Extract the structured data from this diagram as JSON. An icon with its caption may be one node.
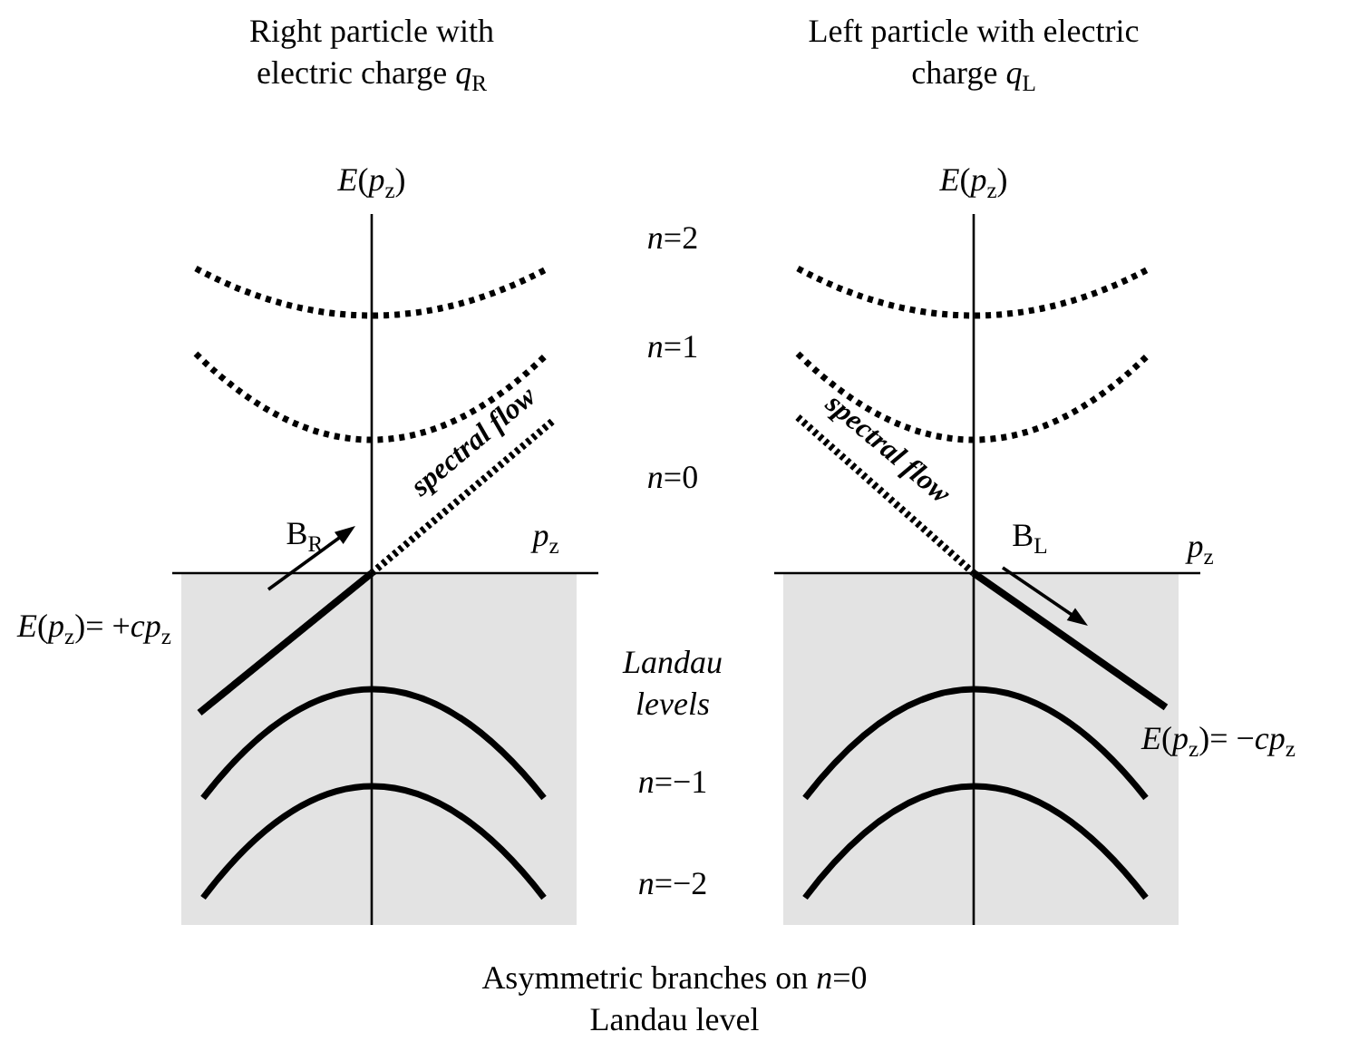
{
  "diagram": {
    "caption": "Asymmetric branches on *n*=0 Landau level",
    "labels": [
      "Right particle with electric charge *q*$_{R}$",
      "Left particle with electric charge *q*$_{L}$",
      "*E*(*p*$_{z}$)",
      "*E*(*p*$_{z}$)",
      "*n*=2",
      "*n*=1",
      "spectral flow",
      "*n*=0",
      "spectral flow",
      "B$_{R}$",
      "*p*$_{z}$",
      "B$_{L}$",
      "*p*$_{z}$",
      "*E*(*p*$_{z}$)= +*cp*$_{z}$",
      "Landau levels",
      "*E*(*p*$_{z}$)= −*cp*$_{z}$",
      "*n*=−1",
      "*n*=−2"
    ]
  }
}
